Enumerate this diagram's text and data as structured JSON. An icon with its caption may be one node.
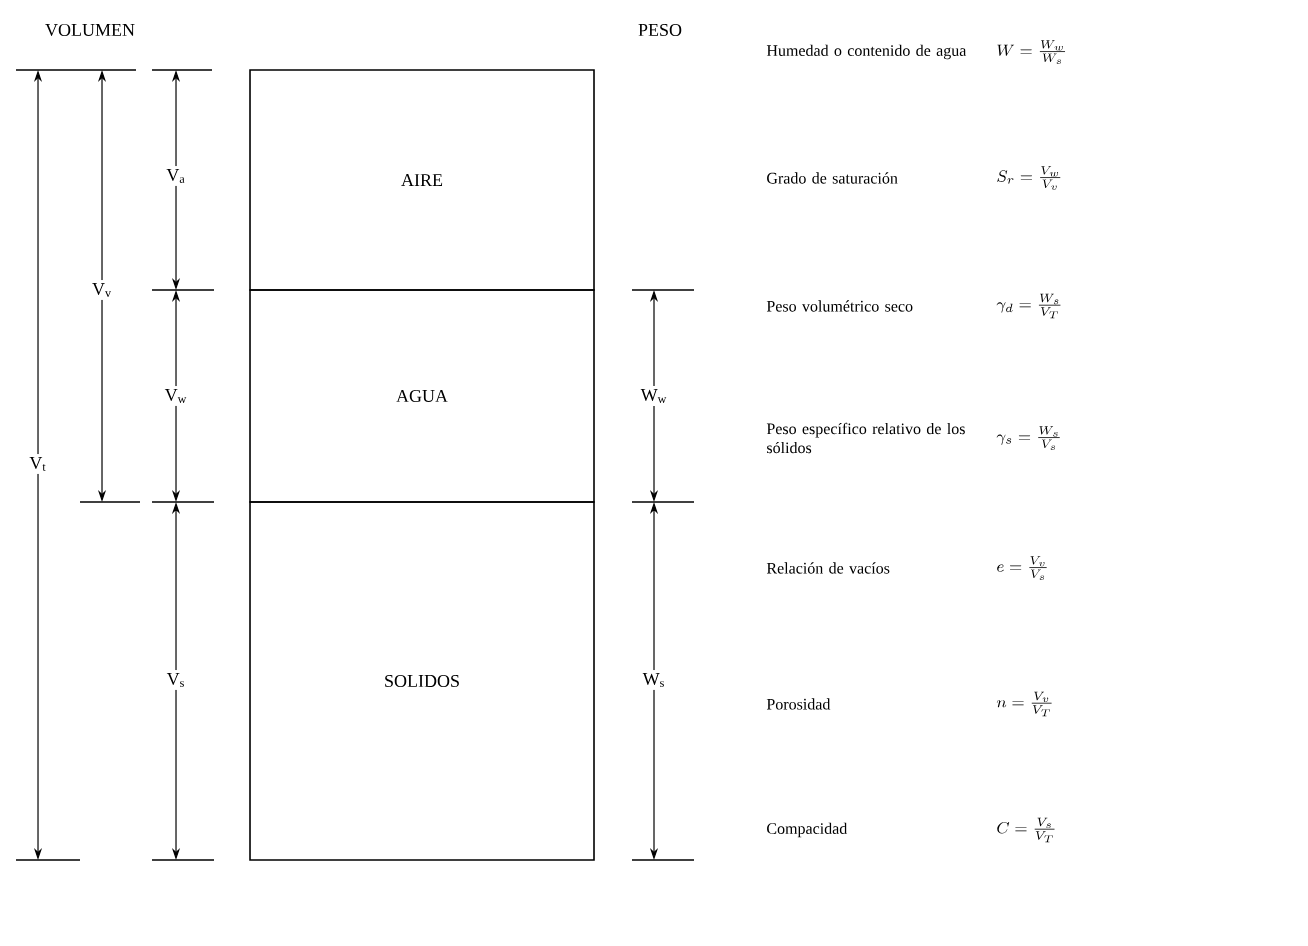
{
  "diagram": {
    "nodes": [
      {
        "text": [
          "AIRE"
        ]
      },
      {
        "text": [
          "AGUA"
        ]
      },
      {
        "text": [
          "SOLIDOS"
        ]
      }
    ],
    "edges": [],
    "labels": [
      "VOLUMEN",
      "PESO",
      "V$_{a}$",
      "V$_{v}$",
      "V$_{w}$",
      "V$_{t}$",
      "W$_{w}$",
      "V$_{s}$",
      "W$_{s}$",
      "Humedad o contenido de agua",
      "W = \\frac{W_w}{W_s}",
      "Grado de saturación",
      "S_r = \\frac{V_w}{V_v}",
      "Peso volumétrico seco",
      "\\gamma_d = \\frac{W_s}{V_T}",
      "Peso específico relativo de los sólidos",
      "\\gamma_s = \\frac{W_s}{V_s}",
      "Relación de vacíos",
      "e = \\frac{V_v}{V_s}",
      "Porosidad",
      "n = \\frac{V_v}{V_T}",
      "Compacidad",
      "C = \\frac{V_s}{V_T}"
    ]
  }
}
